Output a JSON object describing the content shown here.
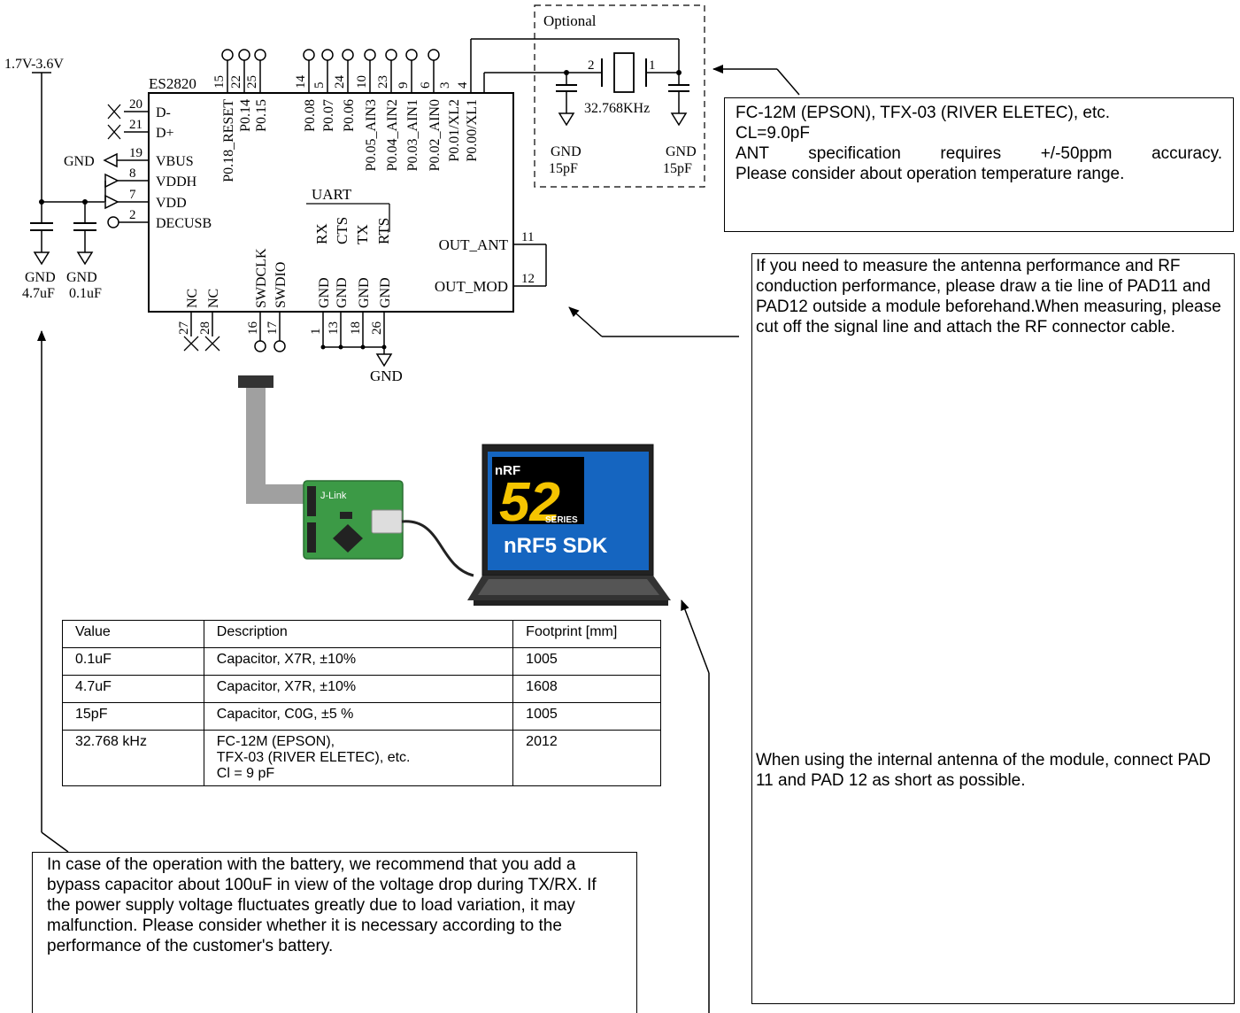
{
  "schematic": {
    "supply_label": "1.7V-3.6V",
    "chip_name": "ES2820",
    "top_pins": [
      {
        "num": "15",
        "name": "P0.18_RESET"
      },
      {
        "num": "22",
        "name": "P0.14"
      },
      {
        "num": "25",
        "name": "P0.15"
      },
      {
        "num": "14",
        "name": "P0.08"
      },
      {
        "num": "5",
        "name": "P0.07"
      },
      {
        "num": "24",
        "name": "P0.06"
      },
      {
        "num": "10",
        "name": "P0.05_AIN3"
      },
      {
        "num": "23",
        "name": "P0.04_AIN2"
      },
      {
        "num": "9",
        "name": "P0.03_AIN1"
      },
      {
        "num": "6",
        "name": "P0.02_AIN0"
      },
      {
        "num": "3",
        "name": "P0.01/XL2"
      },
      {
        "num": "4",
        "name": "P0.00/XL1"
      }
    ],
    "left_pins": [
      {
        "num": "20",
        "name": "D-"
      },
      {
        "num": "21",
        "name": "D+"
      },
      {
        "num": "19",
        "name": "VBUS"
      },
      {
        "num": "8",
        "name": "VDDH"
      },
      {
        "num": "7",
        "name": "VDD"
      },
      {
        "num": "2",
        "name": "DECUSB"
      }
    ],
    "right_pins": [
      {
        "num": "11",
        "name": "OUT_ANT"
      },
      {
        "num": "12",
        "name": "OUT_MOD"
      }
    ],
    "bottom_pins": [
      {
        "num": "27",
        "name": "NC"
      },
      {
        "num": "28",
        "name": "NC"
      },
      {
        "num": "16",
        "name": "SWDCLK"
      },
      {
        "num": "17",
        "name": "SWDIO"
      },
      {
        "num": "1",
        "name": "GND"
      },
      {
        "num": "13",
        "name": "GND"
      },
      {
        "num": "18",
        "name": "GND"
      },
      {
        "num": "26",
        "name": "GND"
      }
    ],
    "uart_label": "UART",
    "uart_signals": [
      "RX",
      "CTS",
      "TX",
      "RTS"
    ],
    "gnd": "GND",
    "cap_47": "4.7uF",
    "cap_01": "0.1uF",
    "optional_label": "Optional",
    "crystal_freq": "32.768KHz",
    "crystal_pin2": "2",
    "crystal_pin1": "1",
    "cap_15": "15pF"
  },
  "notes": {
    "crystal": [
      "FC-12M (EPSON), TFX-03 (RIVER ELETEC), etc.",
      "CL=9.0pF",
      "ANT specification requires +/-50ppm accuracy.",
      "Please consider about operation temperature range."
    ],
    "antenna_measure": "If you need to measure the antenna performance and RF conduction performance, please draw a tie line of PAD11 and PAD12 outside a module beforehand.When measuring, please cut off the signal line and attach the RF connector cable.",
    "cut_label": "cut",
    "internal_antenna": "When using the internal antenna of the module, connect PAD 11 and PAD 12 as short as possible.",
    "battery": "In case of the operation with the battery, we recommend that you add a bypass capacitor about 100uF in view of the voltage drop during TX/RX. If the power supply voltage fluctuates greatly due to load variation, it may malfunction. Please consider whether it is necessary according to the performance of the customer's battery."
  },
  "pads_measure": [
    {
      "num": "14",
      "name": "P0.08"
    },
    {
      "num": "13",
      "name": "GND"
    },
    {
      "num": "",
      "name": "OUT_MOD"
    },
    {
      "num": "",
      "name": "OUT_ANT"
    }
  ],
  "pads_internal": [
    {
      "num": "14",
      "name": "P0.08"
    },
    {
      "num": "13",
      "name": "GND"
    },
    {
      "num": "12",
      "name": "OUT_MOD"
    },
    {
      "num": "11",
      "name": "OUT_ANT"
    }
  ],
  "programmer": {
    "jlink_label": "J-Link",
    "logo_top": "nRF",
    "logo_number": "52",
    "logo_series": "SERIES",
    "sdk_label": "nRF5 SDK"
  },
  "bom": {
    "headers": [
      "Value",
      "Description",
      "Footprint [mm]"
    ],
    "rows": [
      {
        "value": "0.1uF",
        "desc": [
          "Capacitor, X7R, ±10%"
        ],
        "footprint": "1005"
      },
      {
        "value": "4.7uF",
        "desc": [
          "Capacitor, X7R, ±10%"
        ],
        "footprint": "1608"
      },
      {
        "value": "15pF",
        "desc": [
          "Capacitor, C0G, ±5 %"
        ],
        "footprint": "1005"
      },
      {
        "value": "32.768 kHz",
        "desc": [
          "FC-12M (EPSON),",
          "TFX-03 (RIVER ELETEC), etc.",
          "Cl = 9 pF"
        ],
        "footprint": "2012"
      }
    ]
  },
  "colors": {
    "rf_trace": "#1aa6e0",
    "laptop_screen": "#1565c0",
    "jlink_board": "#3c9a46",
    "cable": "#a0a0a0"
  }
}
